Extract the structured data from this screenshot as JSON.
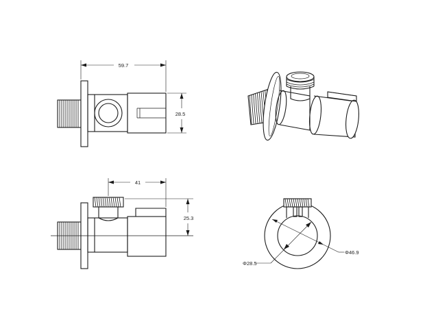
{
  "dimensions": {
    "front_width": "59.7",
    "front_height": "28.5",
    "side_width": "41",
    "side_height": "25.3",
    "bottom_diameter_small": "Φ28.5",
    "bottom_diameter_large": "Φ46.9"
  },
  "colors": {
    "line": "#1a1a1a",
    "background": "#ffffff"
  }
}
